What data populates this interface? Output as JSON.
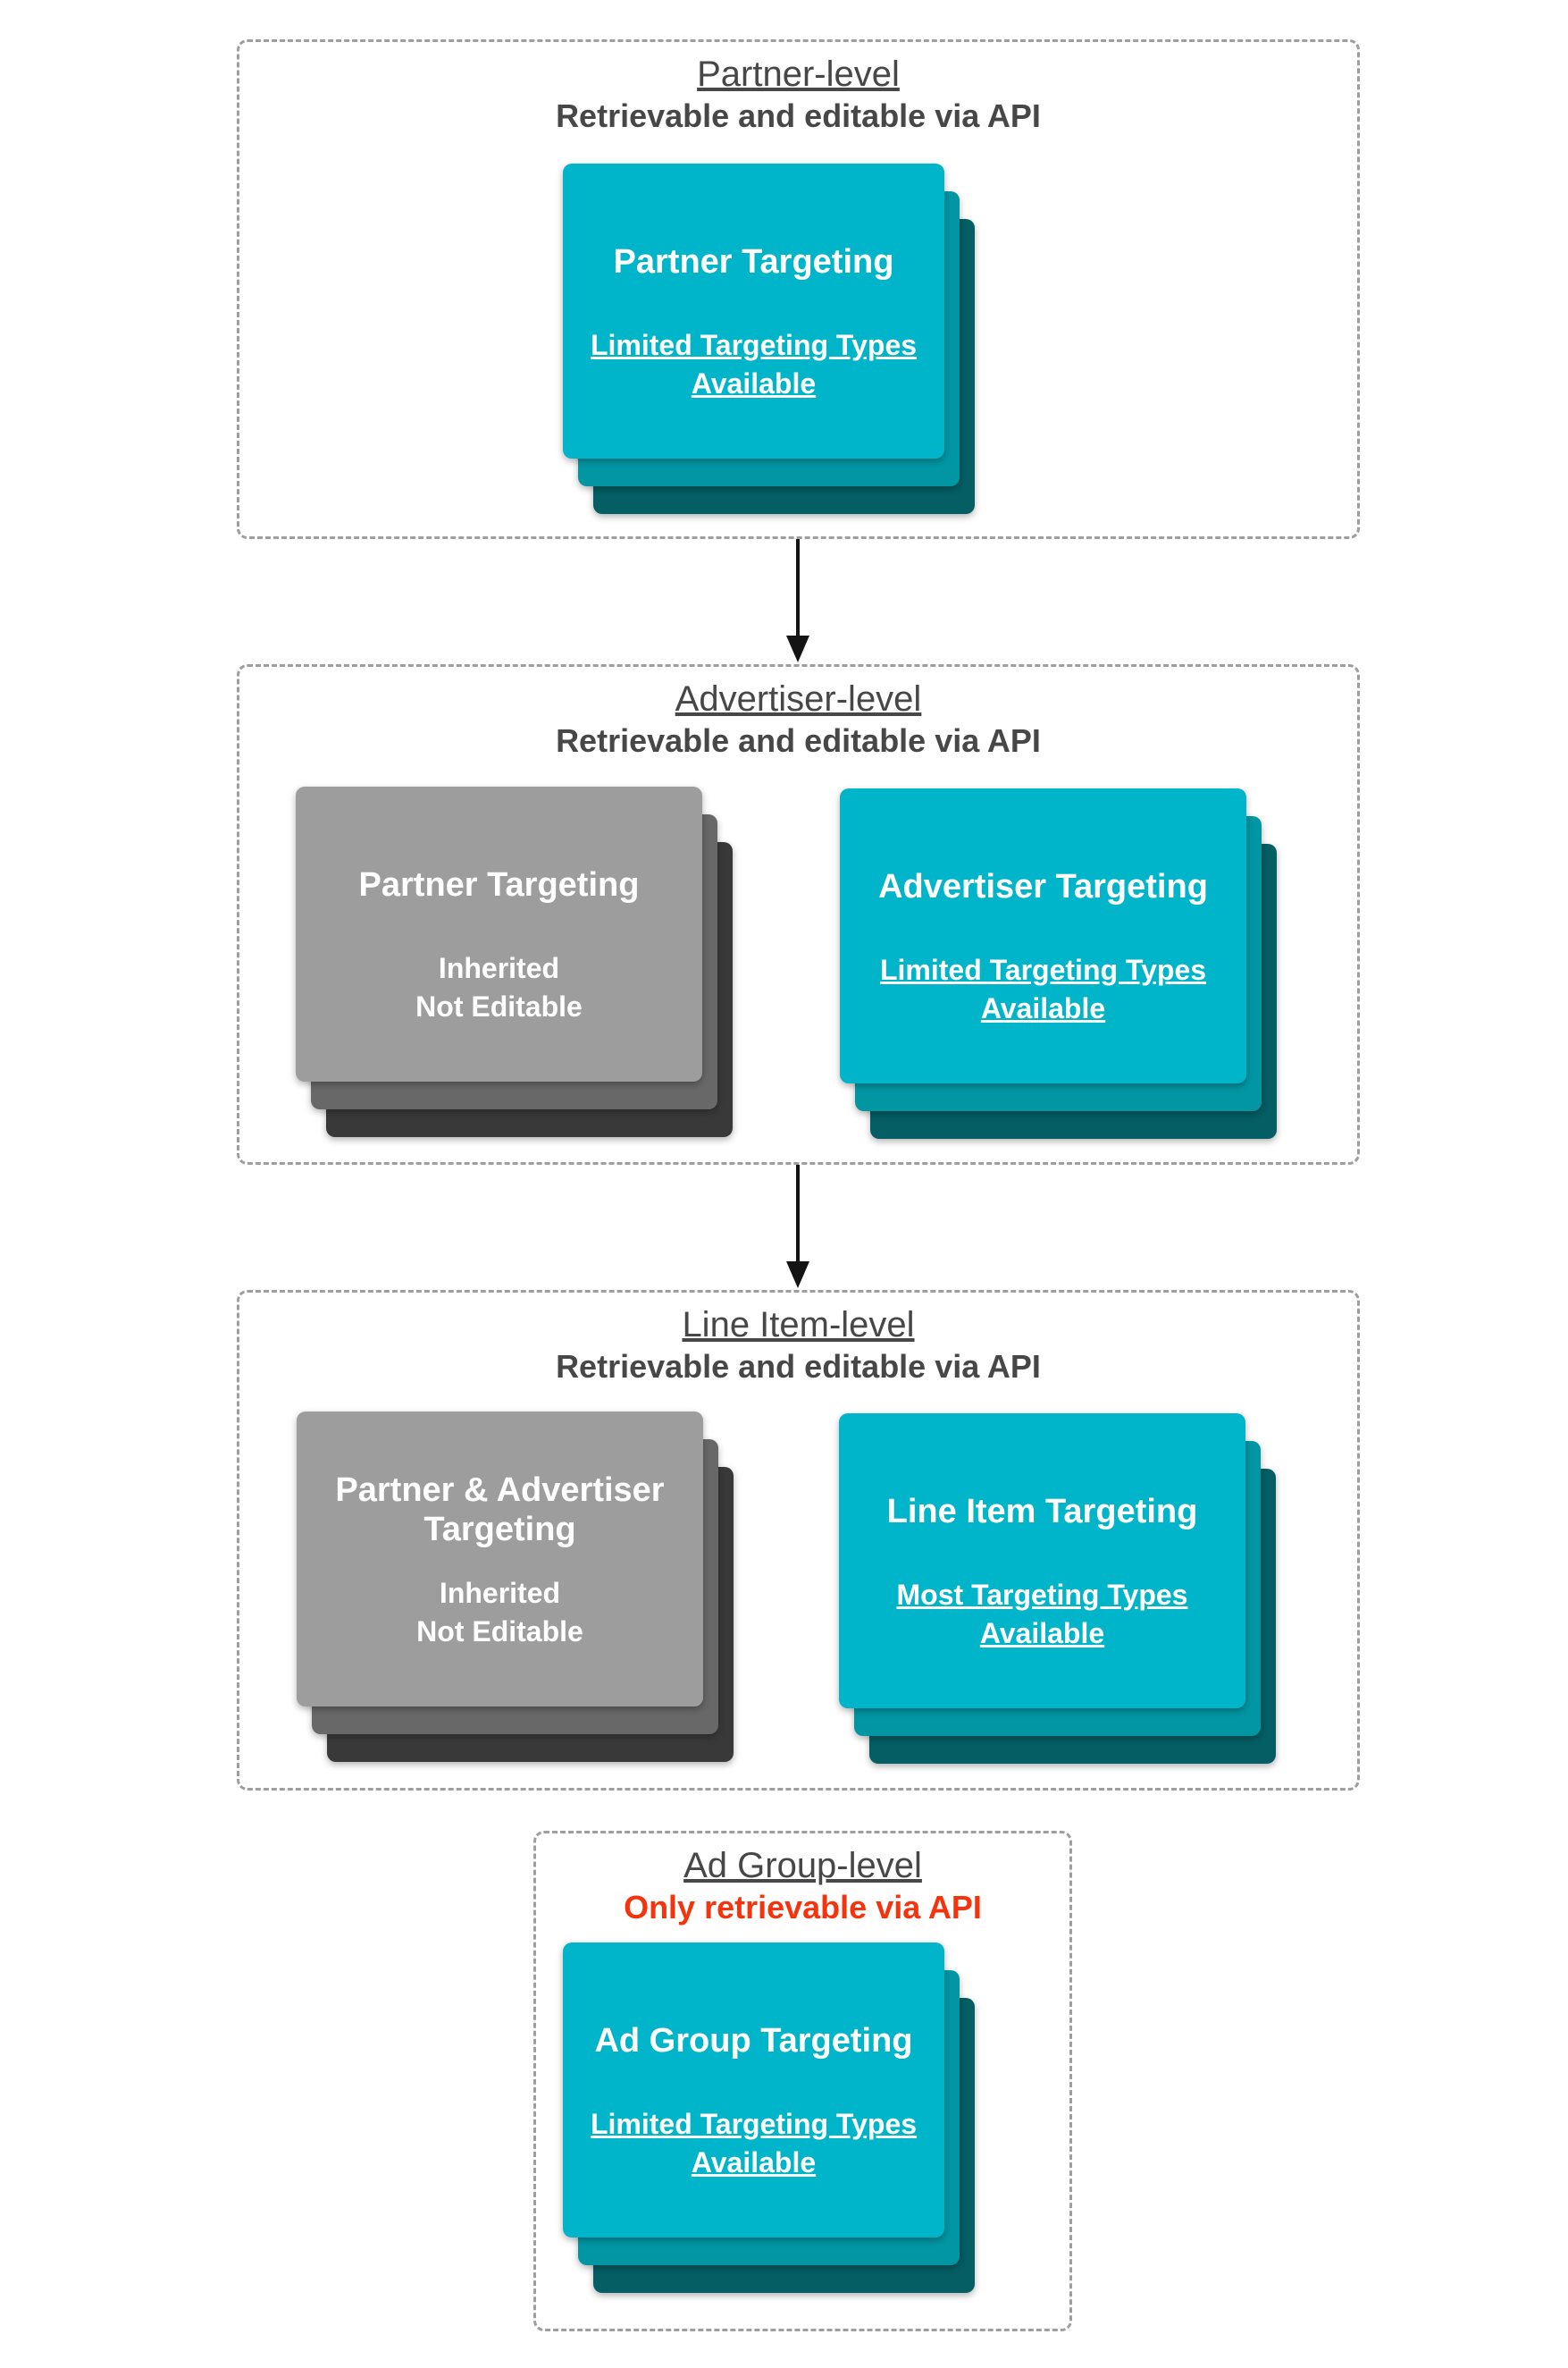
{
  "colors": {
    "teal_front": "#00B5C9",
    "teal_mid": "#0296A3",
    "teal_back": "#045E64",
    "gray_front": "#9D9D9D",
    "gray_mid": "#686868",
    "gray_back": "#393939",
    "section_text": "#474747",
    "red_subtitle": "#F5330D",
    "dashed_border": "#9E9E9E",
    "arrow": "#141414",
    "card_text": "#FFFFFF"
  },
  "sections": [
    {
      "title": "Partner-level",
      "subtitle": "Retrievable and editable via API",
      "cards": [
        {
          "variant": "teal",
          "title": "Partner Targeting",
          "lines": [
            "Limited Targeting Types",
            "Available"
          ]
        }
      ]
    },
    {
      "title": "Advertiser-level",
      "subtitle": "Retrievable and editable via API",
      "cards": [
        {
          "variant": "gray",
          "title": "Partner Targeting",
          "lines": [
            "Inherited",
            "Not Editable"
          ]
        },
        {
          "variant": "teal",
          "title": "Advertiser Targeting",
          "lines": [
            "Limited Targeting Types",
            "Available"
          ]
        }
      ]
    },
    {
      "title": "Line Item-level",
      "subtitle": "Retrievable and editable via API",
      "cards": [
        {
          "variant": "gray",
          "title": "Partner & Advertiser Targeting",
          "lines": [
            "Inherited",
            "Not Editable"
          ]
        },
        {
          "variant": "teal",
          "title": "Line Item Targeting",
          "lines": [
            "Most Targeting Types",
            "Available"
          ]
        }
      ]
    },
    {
      "title": "Ad Group-level",
      "subtitle": "Only retrievable via API",
      "cards": [
        {
          "variant": "teal",
          "title": "Ad Group Targeting",
          "lines": [
            "Limited Targeting Types",
            "Available"
          ]
        }
      ]
    }
  ]
}
